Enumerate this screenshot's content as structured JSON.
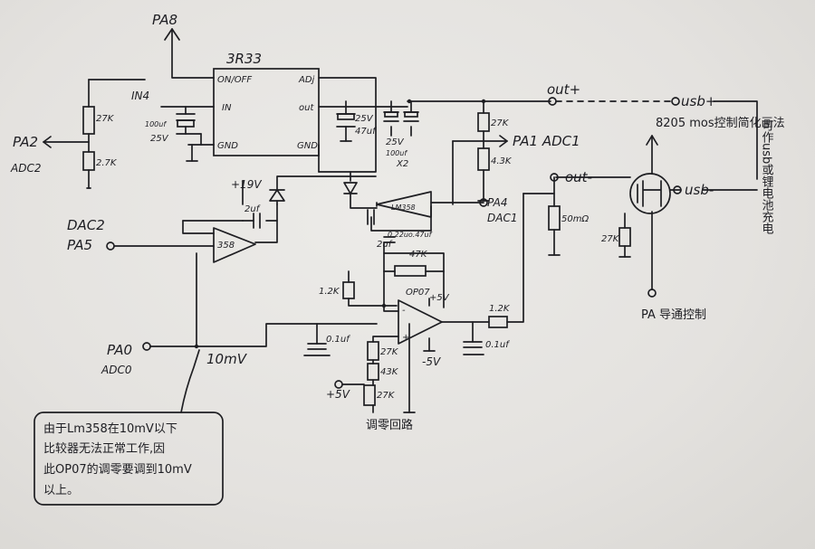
{
  "regulator": {
    "part": "3R33",
    "pins": {
      "onoff": "ON/OFF",
      "in": "IN",
      "gnd": "GND",
      "adj": "ADj",
      "out": "out",
      "gnd_right": "GND"
    }
  },
  "labels": {
    "pa8": "PA8",
    "in4": "IN4",
    "pa2": "PA2",
    "adc2": "ADC2",
    "plus19v": "+19V",
    "dac2": "DAC2",
    "pa5": "PA5",
    "pa0": "PA0",
    "adc0": "ADC0",
    "v10mv": "10mV",
    "out_plus": "out+",
    "out_minus": "out-",
    "usb_plus": "usb+",
    "usb_minus": "usb-",
    "pa1": "PA1 ADC1",
    "pa4": "PA4",
    "dac1": "DAC1",
    "plus5v_op": "+5V",
    "minus5v": "-5V",
    "plus5v_div": "+5V",
    "op07": "OP07",
    "opamp_358": "358",
    "opamp_lm358": "LM358",
    "zero_adjust": "调零回路",
    "mos_note": "8205 mos控制简化画法",
    "pa_control": "PA 导通控制",
    "side_note": "可作usb或锂电池充电"
  },
  "components": {
    "r_27k_left": "27K",
    "r_2_7k": "2.7K",
    "c_in_val": "100uf",
    "c_in_v": "25V",
    "c_out1_v": "25V",
    "c_out1_val": "47uf",
    "c_out2_v": "25V",
    "c_out2_val": "100uf",
    "c_out2_qty": "X2",
    "r_27k_pa1": "27K",
    "r_4_3k_pa1": "4.3K",
    "c_2uf": "2uf",
    "c_0_22": "0.22uo.47uf",
    "r_50mohm": "50mΩ",
    "r_27k_mos": "27K",
    "c_2uf_b": "2uf",
    "r_47k": "47K",
    "r_1_2k_a": "1.2K",
    "c_0_1uf_a": "0.1uf",
    "r_27k_div1": "27K",
    "r_43k_div": "43K",
    "r_27k_div2": "27K",
    "r_1_2k_b": "1.2K",
    "c_0_1uf_b": "0.1uf"
  },
  "note": {
    "lines": [
      "由于Lm358在10mV以下",
      "比较器无法正常工作,因",
      "此OP07的调零要调到10mV",
      "以上。"
    ]
  }
}
